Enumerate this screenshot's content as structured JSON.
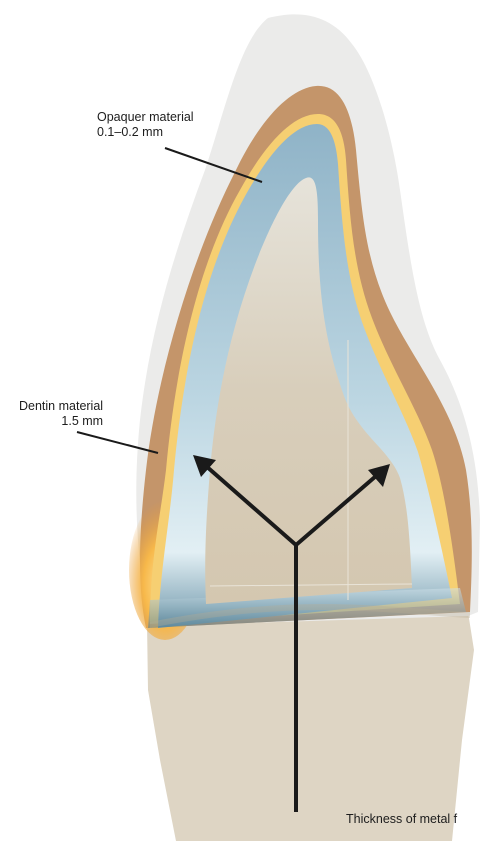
{
  "labels": {
    "opaquer": {
      "name": "Opaquer material",
      "value": "0.1–0.2 mm"
    },
    "dentin": {
      "name": "Dentin material",
      "value": "1.5 mm"
    },
    "metal": {
      "name": "Thickness of metal f"
    }
  },
  "colors": {
    "enamel_outer": "#ebebea",
    "dentin_layer": "#c4956a",
    "opaquer_layer": "#f6cf72",
    "metal_layer": "#8eb4c8",
    "metal_layer_light": "#dcecf2",
    "core": "#d8cdb8",
    "root": "#ded5c4",
    "incisal_glow": "#f4a732",
    "leader_line": "#1a1a1a"
  }
}
